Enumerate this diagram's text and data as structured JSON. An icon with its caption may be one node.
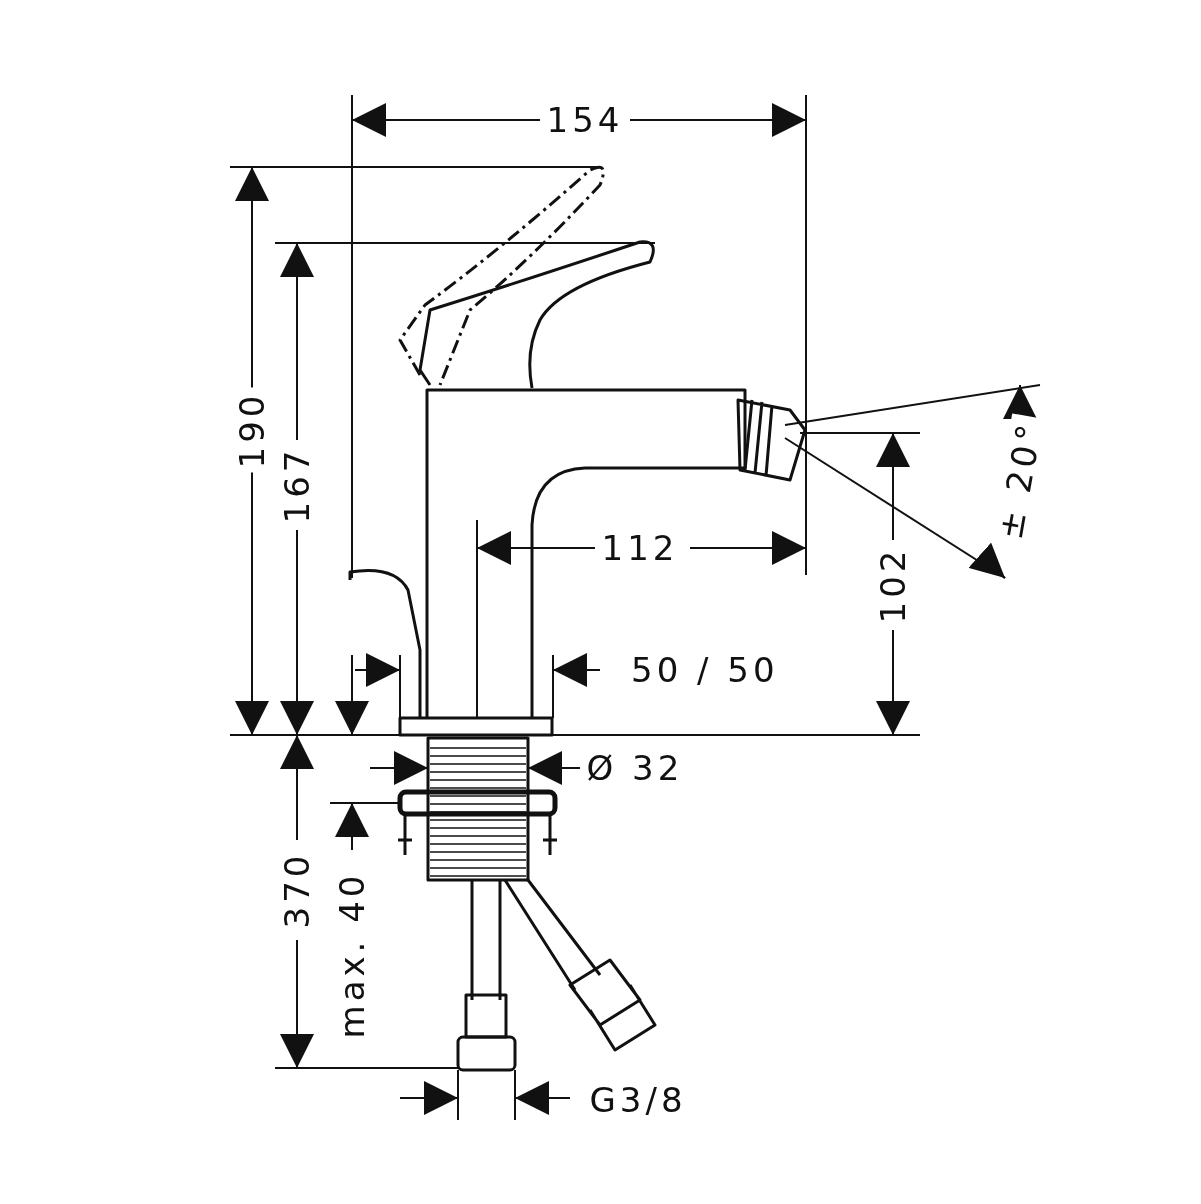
{
  "diagram": {
    "labels": [
      "154",
      "190",
      "167",
      "± 20°",
      "112",
      "102",
      "50 / 50",
      "Ø 32",
      "370",
      "max. 40",
      "G3/8"
    ]
  }
}
